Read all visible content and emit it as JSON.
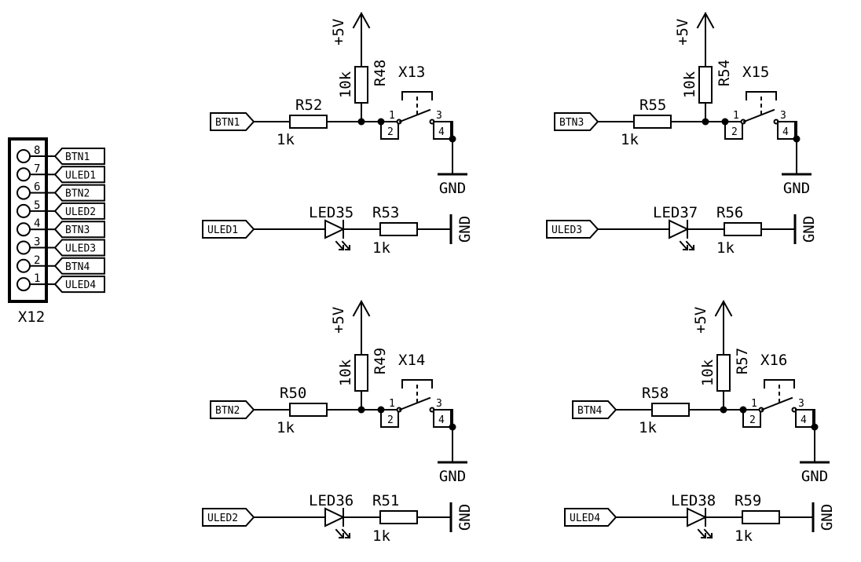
{
  "connector": {
    "ref": "X12",
    "pins": [
      {
        "num": "8",
        "net": "BTN1"
      },
      {
        "num": "7",
        "net": "ULED1"
      },
      {
        "num": "6",
        "net": "BTN2"
      },
      {
        "num": "5",
        "net": "ULED2"
      },
      {
        "num": "4",
        "net": "BTN3"
      },
      {
        "num": "3",
        "net": "ULED3"
      },
      {
        "num": "2",
        "net": "BTN4"
      },
      {
        "num": "1",
        "net": "ULED4"
      }
    ]
  },
  "channels": [
    {
      "btn_net": "BTN1",
      "led_net": "ULED1",
      "pullup": {
        "ref": "R48",
        "value": "10k"
      },
      "series": {
        "ref": "R52",
        "value": "1k"
      },
      "switch": {
        "ref": "X13",
        "pins": [
          "1",
          "2",
          "3",
          "4"
        ]
      },
      "led": {
        "ref": "LED35"
      },
      "led_res": {
        "ref": "R53",
        "value": "1k"
      },
      "supply": "+5V",
      "ground": "GND"
    },
    {
      "btn_net": "BTN3",
      "led_net": "ULED3",
      "pullup": {
        "ref": "R54",
        "value": "10k"
      },
      "series": {
        "ref": "R55",
        "value": "1k"
      },
      "switch": {
        "ref": "X15",
        "pins": [
          "1",
          "2",
          "3",
          "4"
        ]
      },
      "led": {
        "ref": "LED37"
      },
      "led_res": {
        "ref": "R56",
        "value": "1k"
      },
      "supply": "+5V",
      "ground": "GND"
    },
    {
      "btn_net": "BTN2",
      "led_net": "ULED2",
      "pullup": {
        "ref": "R49",
        "value": "10k"
      },
      "series": {
        "ref": "R50",
        "value": "1k"
      },
      "switch": {
        "ref": "X14",
        "pins": [
          "1",
          "2",
          "3",
          "4"
        ]
      },
      "led": {
        "ref": "LED36"
      },
      "led_res": {
        "ref": "R51",
        "value": "1k"
      },
      "supply": "+5V",
      "ground": "GND"
    },
    {
      "btn_net": "BTN4",
      "led_net": "ULED4",
      "pullup": {
        "ref": "R57",
        "value": "10k"
      },
      "series": {
        "ref": "R58",
        "value": "1k"
      },
      "switch": {
        "ref": "X16",
        "pins": [
          "1",
          "2",
          "3",
          "4"
        ]
      },
      "led": {
        "ref": "LED38"
      },
      "led_res": {
        "ref": "R59",
        "value": "1k"
      },
      "supply": "+5V",
      "ground": "GND"
    }
  ]
}
